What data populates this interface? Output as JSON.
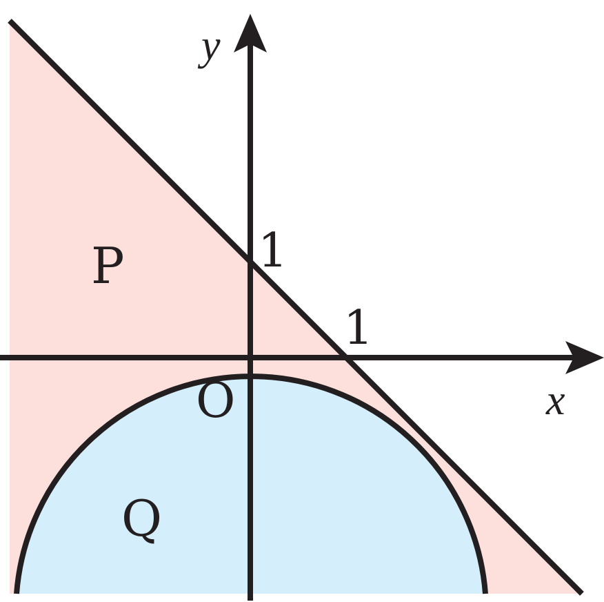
{
  "axes": {
    "x_label": "x",
    "y_label": "y",
    "origin_label": "O"
  },
  "ticks": {
    "x_intercept": "1",
    "y_intercept": "1"
  },
  "regions": {
    "P": {
      "label": "P",
      "color": "#fde0dc"
    },
    "Q": {
      "label": "Q",
      "color": "#d4effb"
    }
  },
  "stroke_color": "#231f20"
}
